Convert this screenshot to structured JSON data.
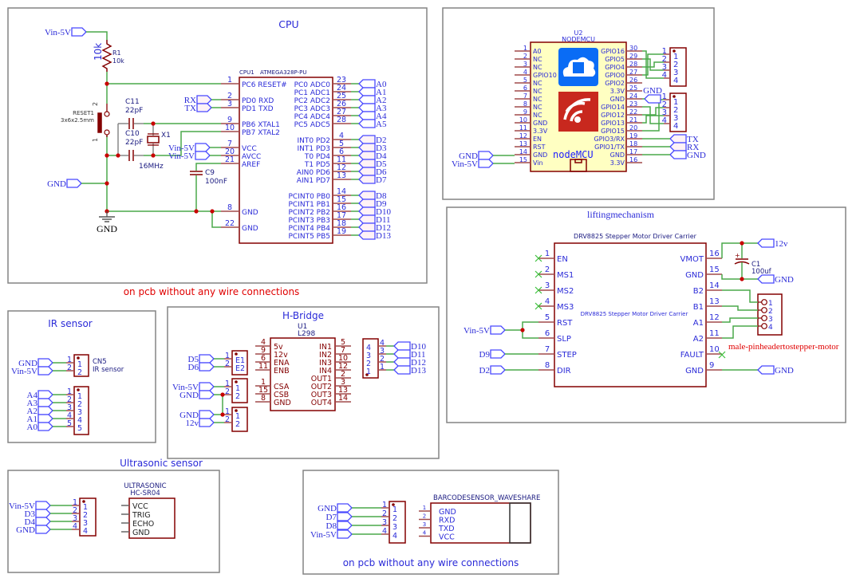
{
  "colors": {
    "wire": "#4aa84a",
    "junction": "#c80000",
    "frame": "#848484",
    "body": "#840000",
    "pin": "#a04a4a",
    "text": "#2b2bd8",
    "net": "#2b2bd8",
    "flag": "#4848ff",
    "note": "#e00000",
    "nodemcu_fill": "#ffffc2",
    "logo_blue": "#0a6cf5",
    "logo_red": "#c8281e"
  },
  "cpu": {
    "title": "CPU",
    "note": "on pcb without any wire connections",
    "r1": {
      "ref": "R1",
      "value": "10k",
      "side_value": "10k"
    },
    "reset": {
      "ref": "RESET1",
      "value": "3x6x2.5mm",
      "pin_a": "2",
      "pin_b": "1"
    },
    "c11": {
      "ref": "C11",
      "value": "22pF"
    },
    "c10": {
      "ref": "C10",
      "value": "22pF"
    },
    "x1": {
      "ref": "X1",
      "value": "16MHz"
    },
    "c9": {
      "ref": "C9",
      "value": "100nF"
    },
    "ic": {
      "ref": "CPU1",
      "value": "ATMEGA328P-PU",
      "left_pins": [
        {
          "num": "1",
          "name": "PC6 RESET#"
        },
        {
          "num": "2",
          "name": "PD0 RXD"
        },
        {
          "num": "3",
          "name": "PD1 TXD"
        },
        {
          "num": "9",
          "name": "PB6 XTAL1"
        },
        {
          "num": "10",
          "name": "PB7 XTAL2"
        },
        {
          "num": "7",
          "name": "VCC"
        },
        {
          "num": "20",
          "name": "AVCC"
        },
        {
          "num": "21",
          "name": "AREF"
        },
        {
          "num": "8",
          "name": "GND"
        },
        {
          "num": "22",
          "name": "GND"
        }
      ],
      "right_pins": [
        {
          "num": "23",
          "name": "PC0 ADC0",
          "net": "A0"
        },
        {
          "num": "24",
          "name": "PC1 ADC1",
          "net": "A1"
        },
        {
          "num": "25",
          "name": "PC2 ADC2",
          "net": "A2"
        },
        {
          "num": "26",
          "name": "PC3 ADC3",
          "net": "A3"
        },
        {
          "num": "27",
          "name": "PC4 ADC4",
          "net": "A4"
        },
        {
          "num": "28",
          "name": "PC5 ADC5",
          "net": "A5"
        },
        {
          "num": "4",
          "name": "INT0 PD2",
          "net": "D2"
        },
        {
          "num": "5",
          "name": "INT1 PD3",
          "net": "D3"
        },
        {
          "num": "6",
          "name": "T0 PD4",
          "net": "D4"
        },
        {
          "num": "11",
          "name": "T1 PD5",
          "net": "D5"
        },
        {
          "num": "12",
          "name": "AIN0 PD6",
          "net": "D6"
        },
        {
          "num": "13",
          "name": "AIN1 PD7",
          "net": "D7"
        },
        {
          "num": "14",
          "name": "PCINT0 PB0",
          "net": "D8"
        },
        {
          "num": "15",
          "name": "PCINT1 PB1",
          "net": "D9"
        },
        {
          "num": "16",
          "name": "PCINT2 PB2",
          "net": "D10"
        },
        {
          "num": "17",
          "name": "PCINT3 PB3",
          "net": "D11"
        },
        {
          "num": "18",
          "name": "PCINT4 PB4",
          "net": "D12"
        },
        {
          "num": "19",
          "name": "PCINT5 PB5",
          "net": "D13"
        }
      ]
    },
    "nets": {
      "vin_top": "Vin-5V",
      "rx": "RX",
      "tx": "TX",
      "vcc": "Vin-5V",
      "avcc": "Vin-5V",
      "gnd_flag": "GND",
      "gnd_symbol": "GND"
    }
  },
  "nodemcu": {
    "ref": "U2",
    "value": "NODEMCU",
    "logo_text": "nodeMCU",
    "left_pins": [
      {
        "num": "1",
        "name": "A0"
      },
      {
        "num": "2",
        "name": "NC"
      },
      {
        "num": "3",
        "name": "NC"
      },
      {
        "num": "4",
        "name": "GPIO10"
      },
      {
        "num": "5",
        "name": "NC"
      },
      {
        "num": "6",
        "name": "NC"
      },
      {
        "num": "7",
        "name": "NC"
      },
      {
        "num": "8",
        "name": "NC"
      },
      {
        "num": "9",
        "name": "NC"
      },
      {
        "num": "10",
        "name": "GND"
      },
      {
        "num": "11",
        "name": "3.3V"
      },
      {
        "num": "12",
        "name": "EN"
      },
      {
        "num": "13",
        "name": "RST"
      },
      {
        "num": "14",
        "name": "GND"
      },
      {
        "num": "15",
        "name": "Vin"
      }
    ],
    "right_pins": [
      {
        "num": "30",
        "name": "GPIO16"
      },
      {
        "num": "29",
        "name": "GPIO5"
      },
      {
        "num": "28",
        "name": "GPIO4"
      },
      {
        "num": "27",
        "name": "GPIO0"
      },
      {
        "num": "26",
        "name": "GPIO2"
      },
      {
        "num": "25",
        "name": "3.3V"
      },
      {
        "num": "24",
        "name": "GND"
      },
      {
        "num": "23",
        "name": "GPIO14"
      },
      {
        "num": "22",
        "name": "GPIO12"
      },
      {
        "num": "21",
        "name": "GPIO13"
      },
      {
        "num": "20",
        "name": "GPIO15"
      },
      {
        "num": "19",
        "name": "GPIO3/RX"
      },
      {
        "num": "18",
        "name": "GPIO1/TX"
      },
      {
        "num": "17",
        "name": "GND"
      },
      {
        "num": "16",
        "name": "3.3V"
      }
    ],
    "header_pins": [
      "1",
      "2",
      "3",
      "4"
    ],
    "nets": {
      "gnd_left": "GND",
      "vin_left": "Vin-5V",
      "header_gnd": "GND",
      "tx": "TX",
      "rx": "RX",
      "gnd_right": "GND"
    }
  },
  "lifting": {
    "title": "liftingmechanism",
    "driver_value": "DRV8825 Stepper Motor Driver Carrier",
    "driver_label": "DRV8825 Stepper Motor Driver Carrier",
    "left_pins": [
      {
        "num": "1",
        "name": "EN"
      },
      {
        "num": "2",
        "name": "MS1"
      },
      {
        "num": "3",
        "name": "MS2"
      },
      {
        "num": "4",
        "name": "MS3"
      },
      {
        "num": "5",
        "name": "RST"
      },
      {
        "num": "6",
        "name": "SLP"
      },
      {
        "num": "7",
        "name": "STEP"
      },
      {
        "num": "8",
        "name": "DIR"
      }
    ],
    "right_pins": [
      {
        "num": "16",
        "name": "VMOT"
      },
      {
        "num": "15",
        "name": "GND"
      },
      {
        "num": "14",
        "name": "B2"
      },
      {
        "num": "13",
        "name": "B1"
      },
      {
        "num": "12",
        "name": "A1"
      },
      {
        "num": "11",
        "name": "A2"
      },
      {
        "num": "10",
        "name": "FAULT"
      },
      {
        "num": "9",
        "name": "GND"
      }
    ],
    "c1": {
      "ref": "C1",
      "value": "100uf",
      "polarity": "+"
    },
    "motor_pins": [
      "1",
      "2",
      "3",
      "4"
    ],
    "motor_label": "male-pinheadertostepper-motor",
    "nets": {
      "vin": "Vin-5V",
      "step": "D9",
      "dir": "D2",
      "v12": "12v",
      "gnd_cap": "GND",
      "gnd": "GND"
    }
  },
  "ir": {
    "title": "IR sensor",
    "cn5": {
      "ref": "CN5",
      "value": "IR sensor",
      "pins": [
        "1",
        "2"
      ],
      "nets": [
        "GND",
        "Vin-5V"
      ]
    },
    "cn_analog": {
      "pins": [
        "1",
        "2",
        "3",
        "4",
        "5"
      ],
      "nets": [
        "A4",
        "A3",
        "A2",
        "A1",
        "A0"
      ]
    }
  },
  "hbridge": {
    "title": "H-Bridge",
    "ref": "U1",
    "value": "L298",
    "left_pins": [
      {
        "num": "4",
        "name": "5v"
      },
      {
        "num": "9",
        "name": "12v"
      },
      {
        "num": "6",
        "name": "ENA"
      },
      {
        "num": "11",
        "name": "ENB"
      },
      {
        "num": "1",
        "name": "CSA"
      },
      {
        "num": "15",
        "name": "CSB"
      },
      {
        "num": "8",
        "name": "GND"
      }
    ],
    "right_pins": [
      {
        "num": "5",
        "name": "IN1"
      },
      {
        "num": "7",
        "name": "IN2"
      },
      {
        "num": "10",
        "name": "IN3"
      },
      {
        "num": "12",
        "name": "IN4"
      },
      {
        "num": "2",
        "name": "OUT1"
      },
      {
        "num": "3",
        "name": "OUT2"
      },
      {
        "num": "13",
        "name": "OUT3"
      },
      {
        "num": "14",
        "name": "OUT4"
      }
    ],
    "enable_conn": {
      "pins": [
        "1",
        "2"
      ],
      "names": [
        "E1",
        "E2"
      ],
      "nets": [
        "D5",
        "D6"
      ]
    },
    "power_conn_a": {
      "pins": [
        "1",
        "2"
      ],
      "names": [
        "1",
        "2"
      ],
      "nets": [
        "Vin-5V",
        "GND"
      ]
    },
    "power_conn_b": {
      "pins": [
        "1",
        "2"
      ],
      "names": [
        "1",
        "2"
      ],
      "nets": [
        "GND",
        "12v"
      ]
    },
    "input_conn": {
      "pins": [
        "4",
        "3",
        "2",
        "1"
      ],
      "names": [
        "4",
        "3",
        "2",
        "1"
      ],
      "nets": [
        "D10",
        "D11",
        "D12",
        "D13"
      ]
    }
  },
  "ultrasonic": {
    "title": "Ultrasonic sensor",
    "ref": "ULTRASONIC",
    "value": "HC-SR04",
    "pins": [
      "VCC",
      "TRIG",
      "ECHO",
      "GND"
    ],
    "conn": {
      "pins": [
        "1",
        "2",
        "3",
        "4"
      ],
      "nets": [
        "Vin-5V",
        "D3",
        "D4",
        "GND"
      ]
    }
  },
  "barcode": {
    "value": "BARCODESENSOR_WAVESHARE",
    "pins": [
      {
        "num": "1",
        "name": "GND"
      },
      {
        "num": "2",
        "name": "RXD"
      },
      {
        "num": "3",
        "name": "TXD"
      },
      {
        "num": "4",
        "name": "VCC"
      }
    ],
    "conn": {
      "pins": [
        "1",
        "2",
        "3",
        "4"
      ],
      "nets": [
        "GND",
        "D7",
        "D8",
        "Vin-5V"
      ]
    },
    "note": "on pcb without any wire connections"
  }
}
